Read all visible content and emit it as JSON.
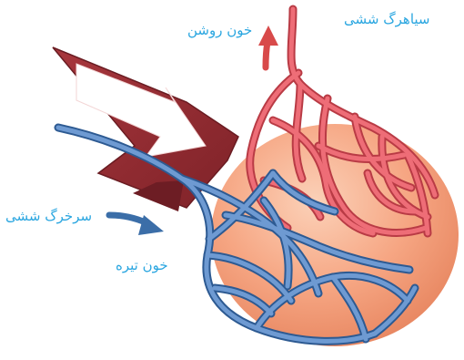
{
  "labels": {
    "pulmonary_vein": "سیاهرگ ششی",
    "oxygenated_blood": "خون روشن",
    "pulmonary_artery": "سرخرگ ششی",
    "deoxygenated_blood": "خون تیره"
  },
  "colors": {
    "label_text": "#2aa6e0",
    "vein_red": "#e0505a",
    "artery_blue": "#4a80c4",
    "alveolus_fill": "#f6a683",
    "arrow_maroon": "#8c2830",
    "flow_arrow_red": "#d84a4a",
    "flow_arrow_blue": "#3b6ea8"
  }
}
